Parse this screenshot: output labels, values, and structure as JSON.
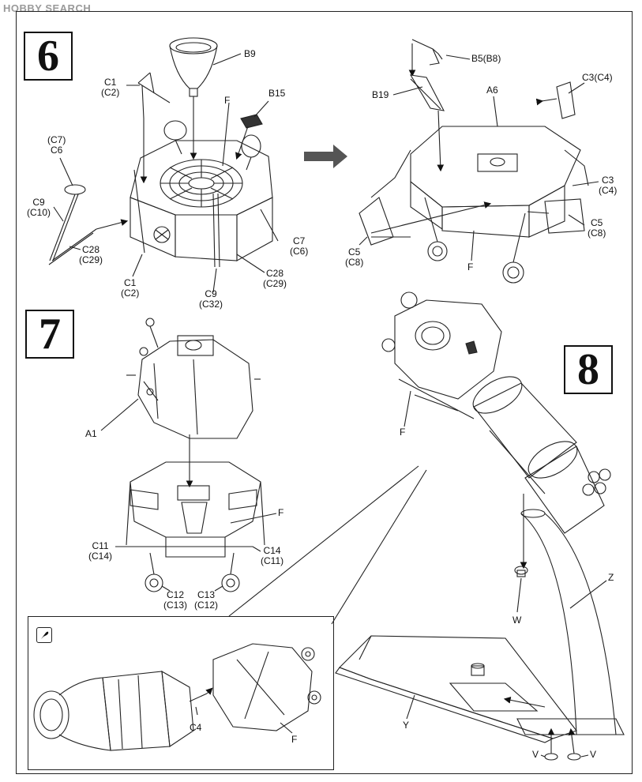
{
  "watermark": "HOBBY SEARCH",
  "steps": {
    "six": "6",
    "seven": "7",
    "eight": "8"
  },
  "step6": {
    "b9": "B9",
    "c1_top": [
      "C1",
      "(C2)"
    ],
    "b15": "B15",
    "f": "F",
    "c6": [
      "(C7)",
      "C6"
    ],
    "c9_left": [
      "C9",
      "(C10)"
    ],
    "c28_left": [
      "C28",
      "(C29)"
    ],
    "c1_bottom": [
      "C1",
      "(C2)"
    ],
    "c9_bottom": [
      "C9",
      "(C32)"
    ],
    "c7": [
      "C7",
      "(C6)"
    ],
    "c28_right": [
      "C28",
      "(C29)"
    ]
  },
  "step6b": {
    "b5": "B5(B8)",
    "b19": "B19",
    "a6": "A6",
    "c3_top": "C3(C4)",
    "c3_right": [
      "C3",
      "(C4)"
    ],
    "c5_right": [
      "C5",
      "(C8)"
    ],
    "c5_left": [
      "C5",
      "(C8)"
    ],
    "f": "F"
  },
  "step7": {
    "a1": "A1",
    "f": "F",
    "c11": [
      "C11",
      "(C14)"
    ],
    "c14": [
      "C14",
      "(C11)"
    ],
    "c12": [
      "C12",
      "(C13)"
    ],
    "c13": [
      "C13",
      "(C12)"
    ]
  },
  "step8": {
    "f": "F",
    "z": "Z",
    "w": "W",
    "y": "Y",
    "v_left": "V",
    "v_right": "V"
  },
  "inset": {
    "c4": "C4",
    "f": "F"
  },
  "icons": {
    "arrow": "right-arrow-icon",
    "tip": "tip-icon"
  }
}
